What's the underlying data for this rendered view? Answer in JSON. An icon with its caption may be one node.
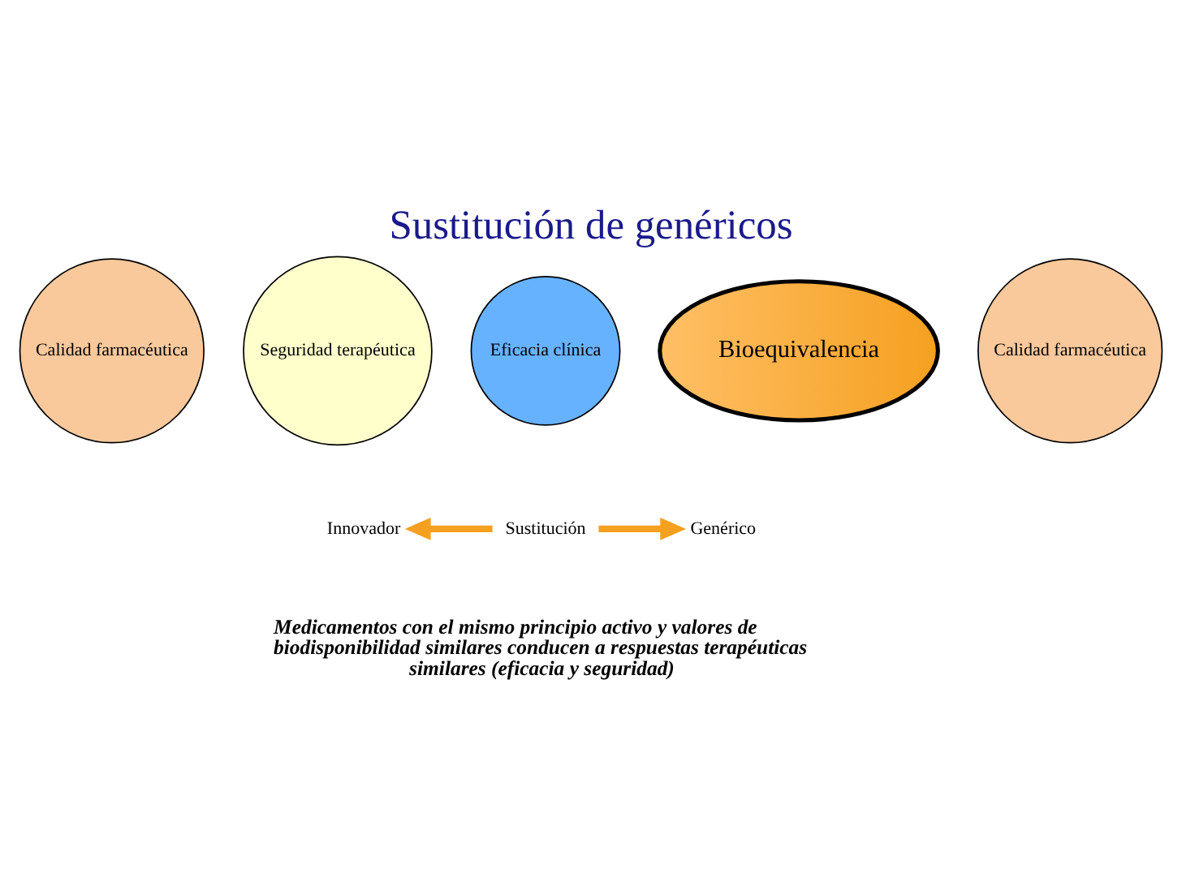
{
  "diagram": {
    "title": "Sustitución de genéricos",
    "caption": "Medicamentos con el mismo principio activo y valores de biodisponibilidad similares conducen a respuestas terapéuticas similares (eficacia y seguridad)",
    "nodes": [
      {
        "text": [
          "Calidad farmacéutica"
        ]
      },
      {
        "text": [
          "Seguridad terapéutica"
        ]
      },
      {
        "text": [
          "Eficacia clínica"
        ]
      },
      {
        "text": [
          "Bioequivalencia"
        ]
      },
      {
        "text": [
          "Calidad farmacéutica"
        ]
      },
      {
        "text": [
          "Innovador"
        ]
      },
      {
        "text": [
          "Sustitución"
        ]
      },
      {
        "text": [
          "Genérico"
        ]
      }
    ],
    "edges": [
      {
        "from": 6,
        "to": 5,
        "arrow": "to"
      },
      {
        "from": 6,
        "to": 7,
        "arrow": "to"
      }
    ]
  }
}
